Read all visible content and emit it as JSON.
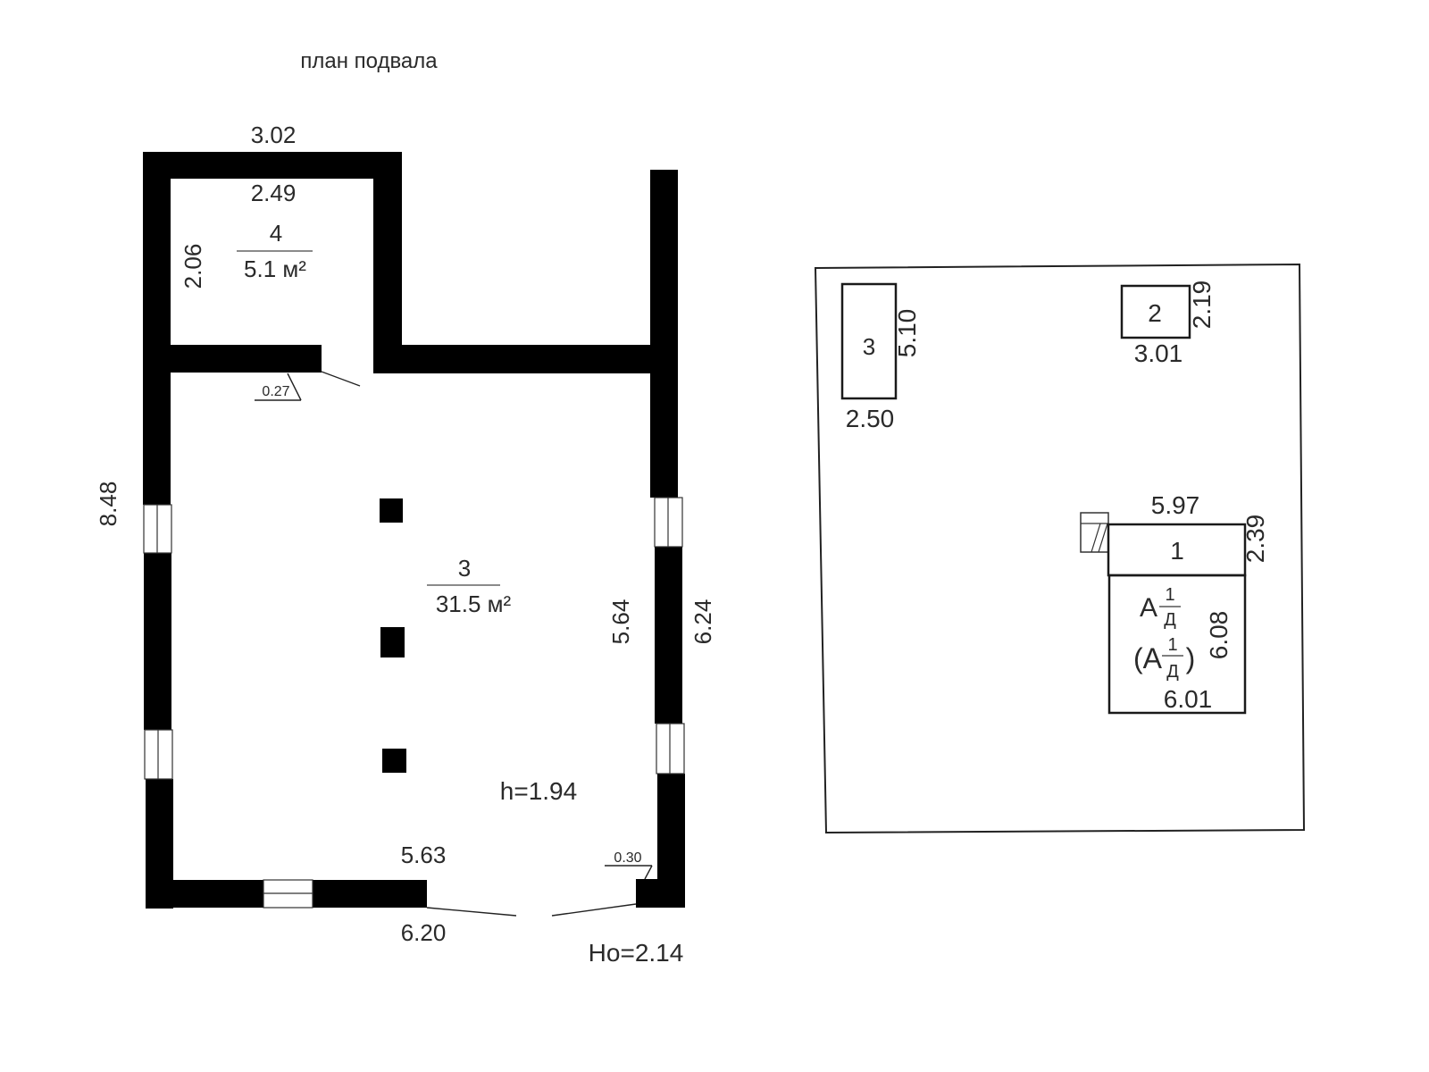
{
  "title": "план подвала",
  "floor_plan": {
    "rooms": [
      {
        "number": "4",
        "area": "5.1 м²",
        "dims": {
          "outer_width": "3.02",
          "inner_width": "2.49",
          "depth": "2.06"
        }
      },
      {
        "number": "3",
        "area": "31.5 м²",
        "dims": {
          "left_height": "8.48",
          "inner_height": "5.64",
          "right_height": "6.24",
          "inner_width": "5.63",
          "outer_width": "6.20"
        }
      }
    ],
    "door_widths": {
      "upper": "0.27",
      "lower": "0.30"
    },
    "ceiling_height": "h=1.94",
    "outer_height": "Hо=2.14"
  },
  "site_plan": {
    "buildings": [
      {
        "number": "3",
        "width": "2.50",
        "depth": "5.10"
      },
      {
        "number": "2",
        "width": "3.01",
        "depth": "2.19"
      },
      {
        "number": "1",
        "width": "5.97",
        "depth": "2.39"
      }
    ],
    "main_house": {
      "label_letter": "А",
      "label_num": "1",
      "label_den": "Д",
      "label2_letter": "(А",
      "label2_close": ")",
      "width": "6.01",
      "depth": "6.08"
    }
  }
}
